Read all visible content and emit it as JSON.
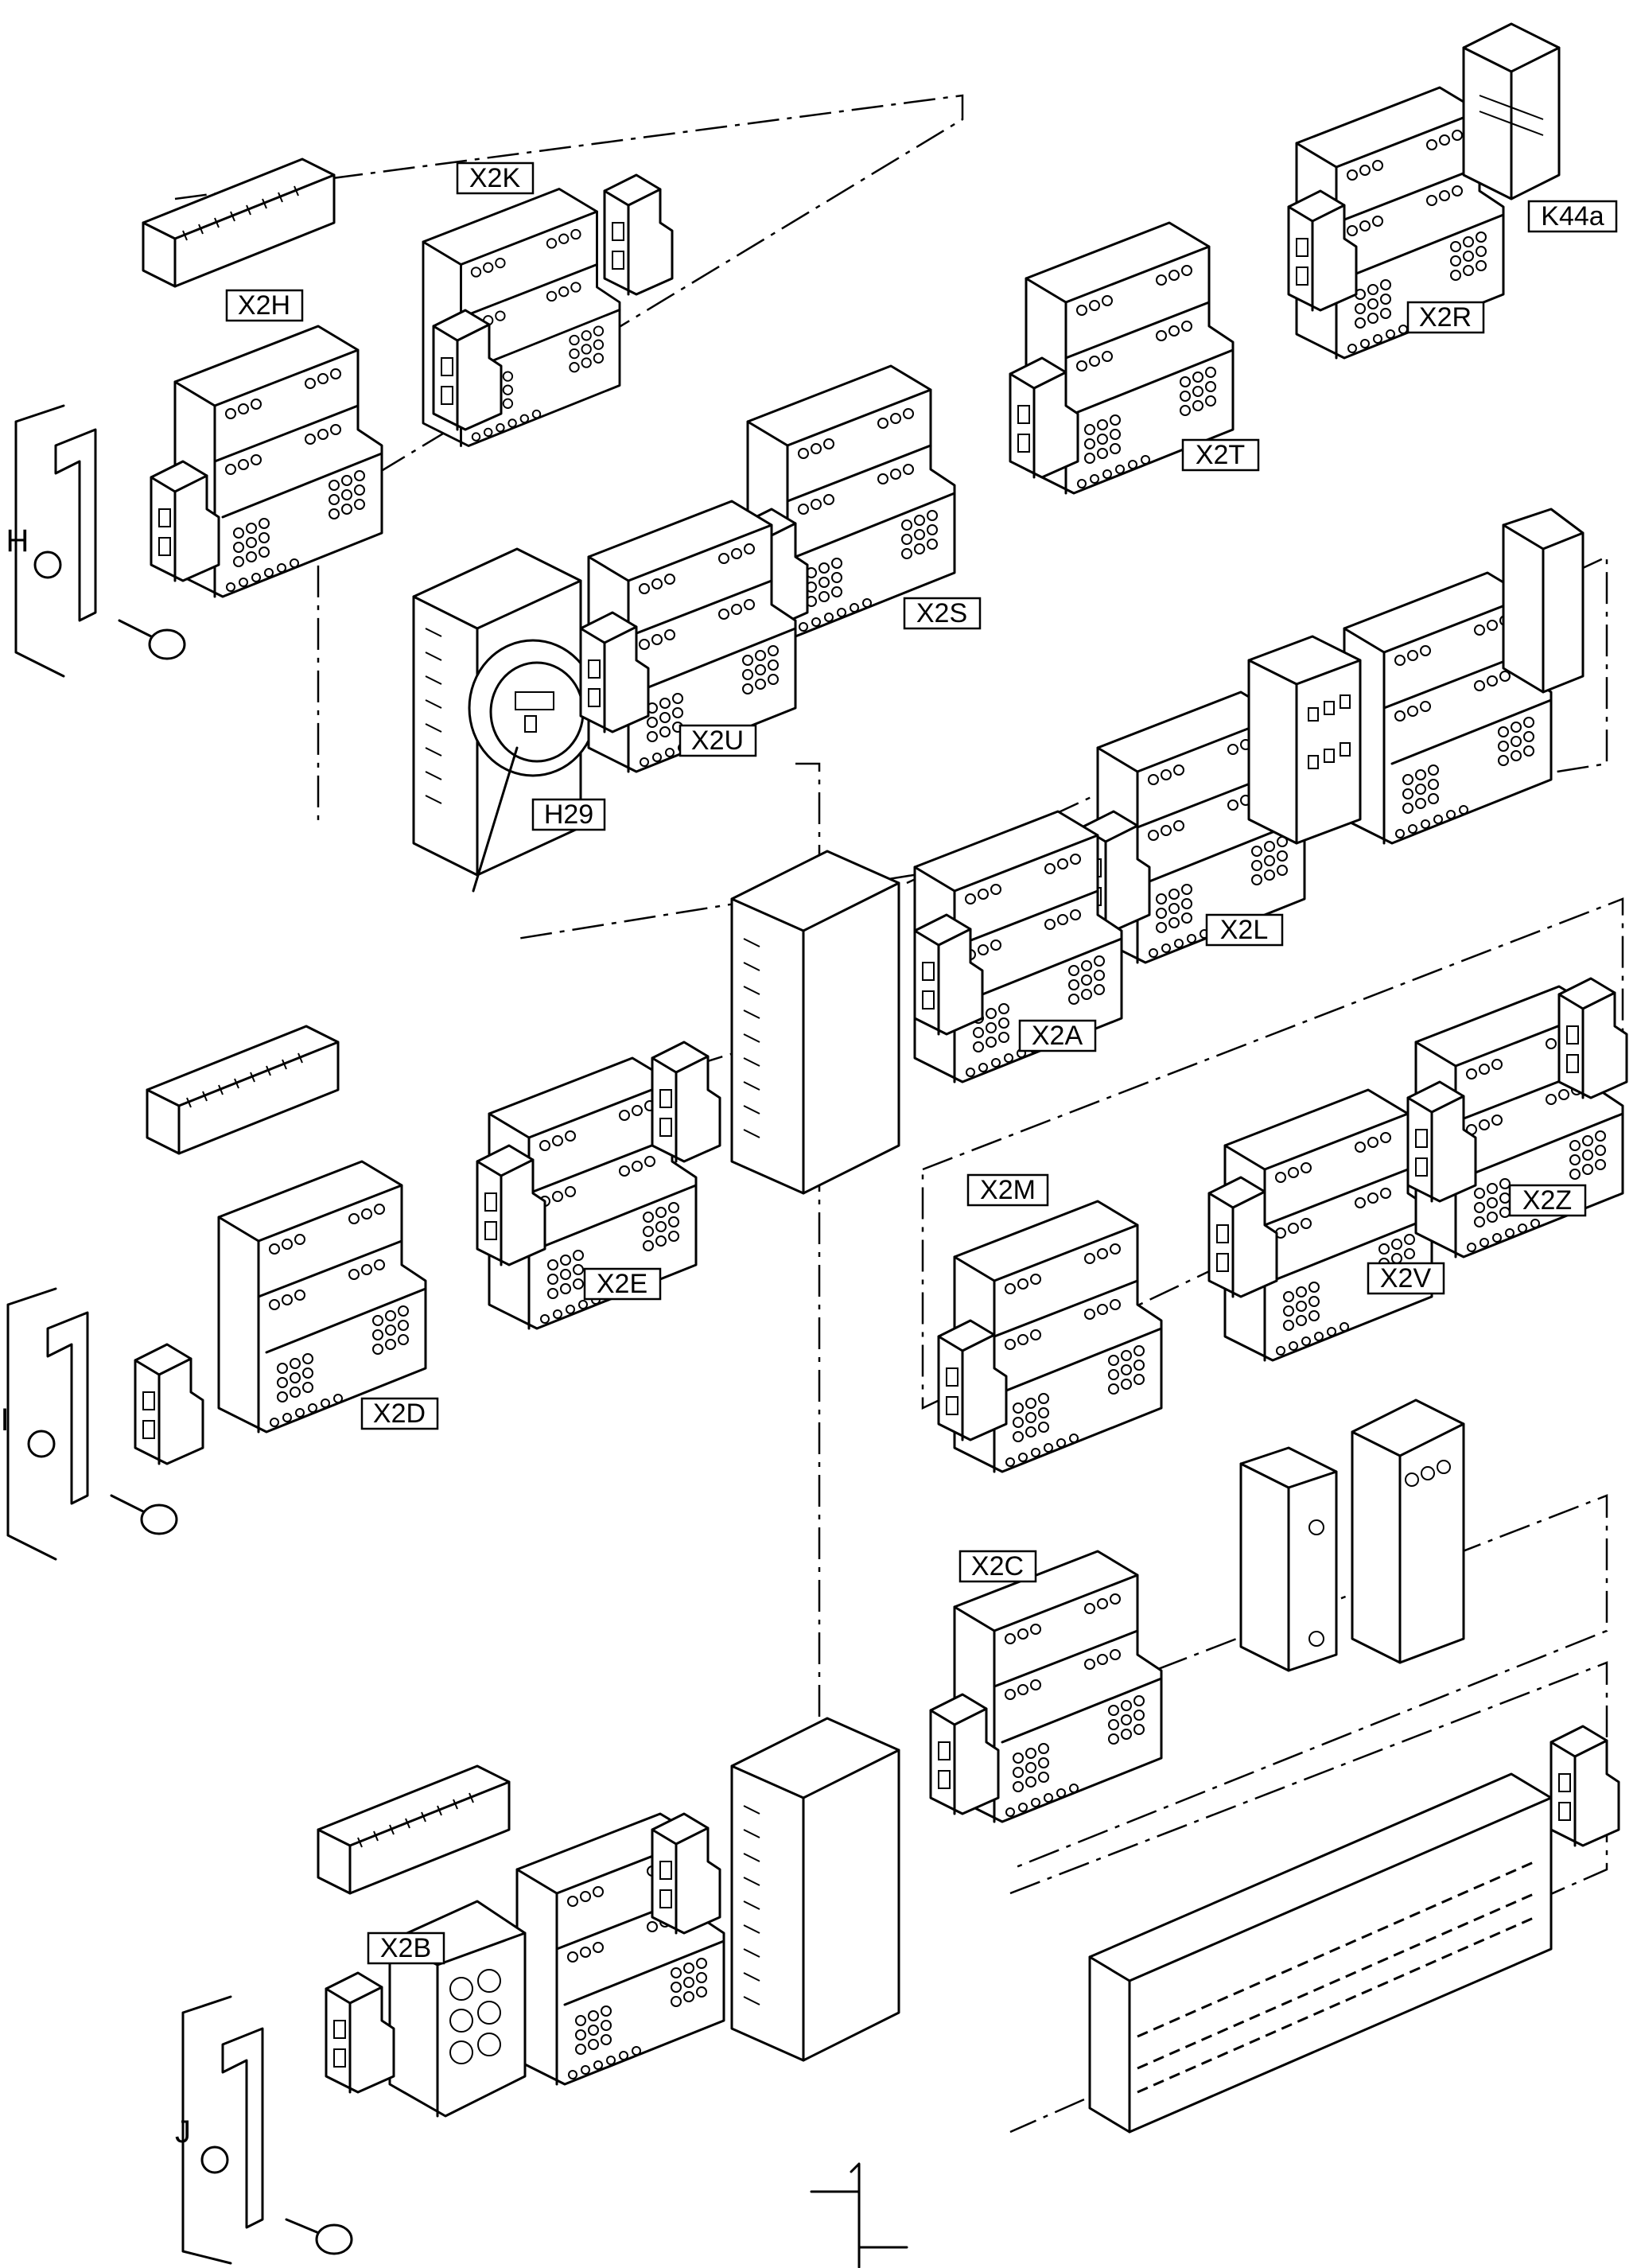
{
  "labels": {
    "x2h": "X2H",
    "x2k": "X2K",
    "x2r": "X2R",
    "k44a": "K44a",
    "x2t": "X2T",
    "x2s": "X2S",
    "x2u": "X2U",
    "h29": "H29",
    "x2l": "X2L",
    "x2a": "X2A",
    "x2e": "X2E",
    "x2d": "X2D",
    "x2m": "X2M",
    "x2v": "X2V",
    "x2z": "X2Z",
    "x2c": "X2C",
    "x2b": "X2B"
  },
  "letters": {
    "h": "H",
    "i": "I",
    "j": "J"
  }
}
